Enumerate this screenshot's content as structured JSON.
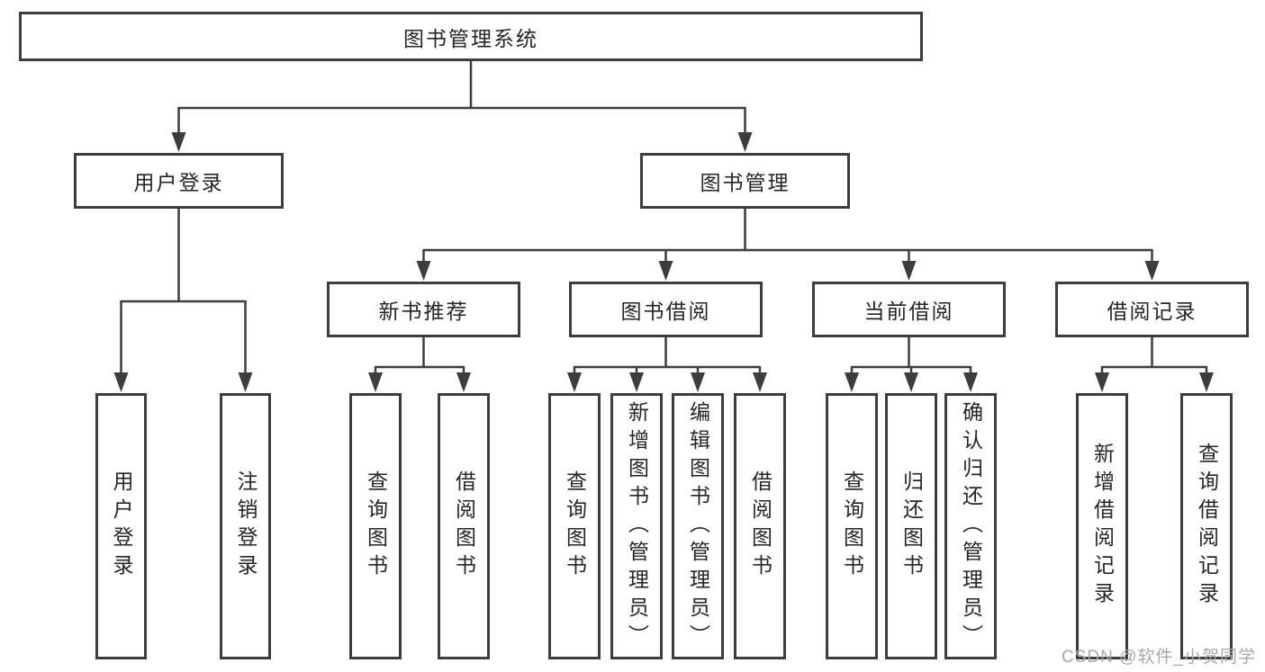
{
  "diagram": {
    "root": "图书管理系统",
    "level2": {
      "user_login": "用户登录",
      "book_management": "图书管理"
    },
    "level3": {
      "new_books": "新书推荐",
      "book_borrow": "图书借阅",
      "current_borrow": "当前借阅",
      "borrow_records": "借阅记录"
    },
    "leaves": {
      "user_login": [
        "用户登录",
        "注销登录"
      ],
      "new_books": [
        "查询图书",
        "借阅图书"
      ],
      "book_borrow": [
        "查询图书",
        "新增图书（管理员）",
        "编辑图书（管理员）",
        "借阅图书"
      ],
      "current_borrow": [
        "查询图书",
        "归还图书",
        "确认归还（管理员）"
      ],
      "borrow_records": [
        "新增借阅记录",
        "查询借阅记录"
      ]
    },
    "watermark": "CSDN @软件_小贺同学"
  },
  "colors": {
    "line": "#3d3d3d",
    "text": "#262626",
    "watermark": "#a9a9a9",
    "background": "#ffffff"
  }
}
